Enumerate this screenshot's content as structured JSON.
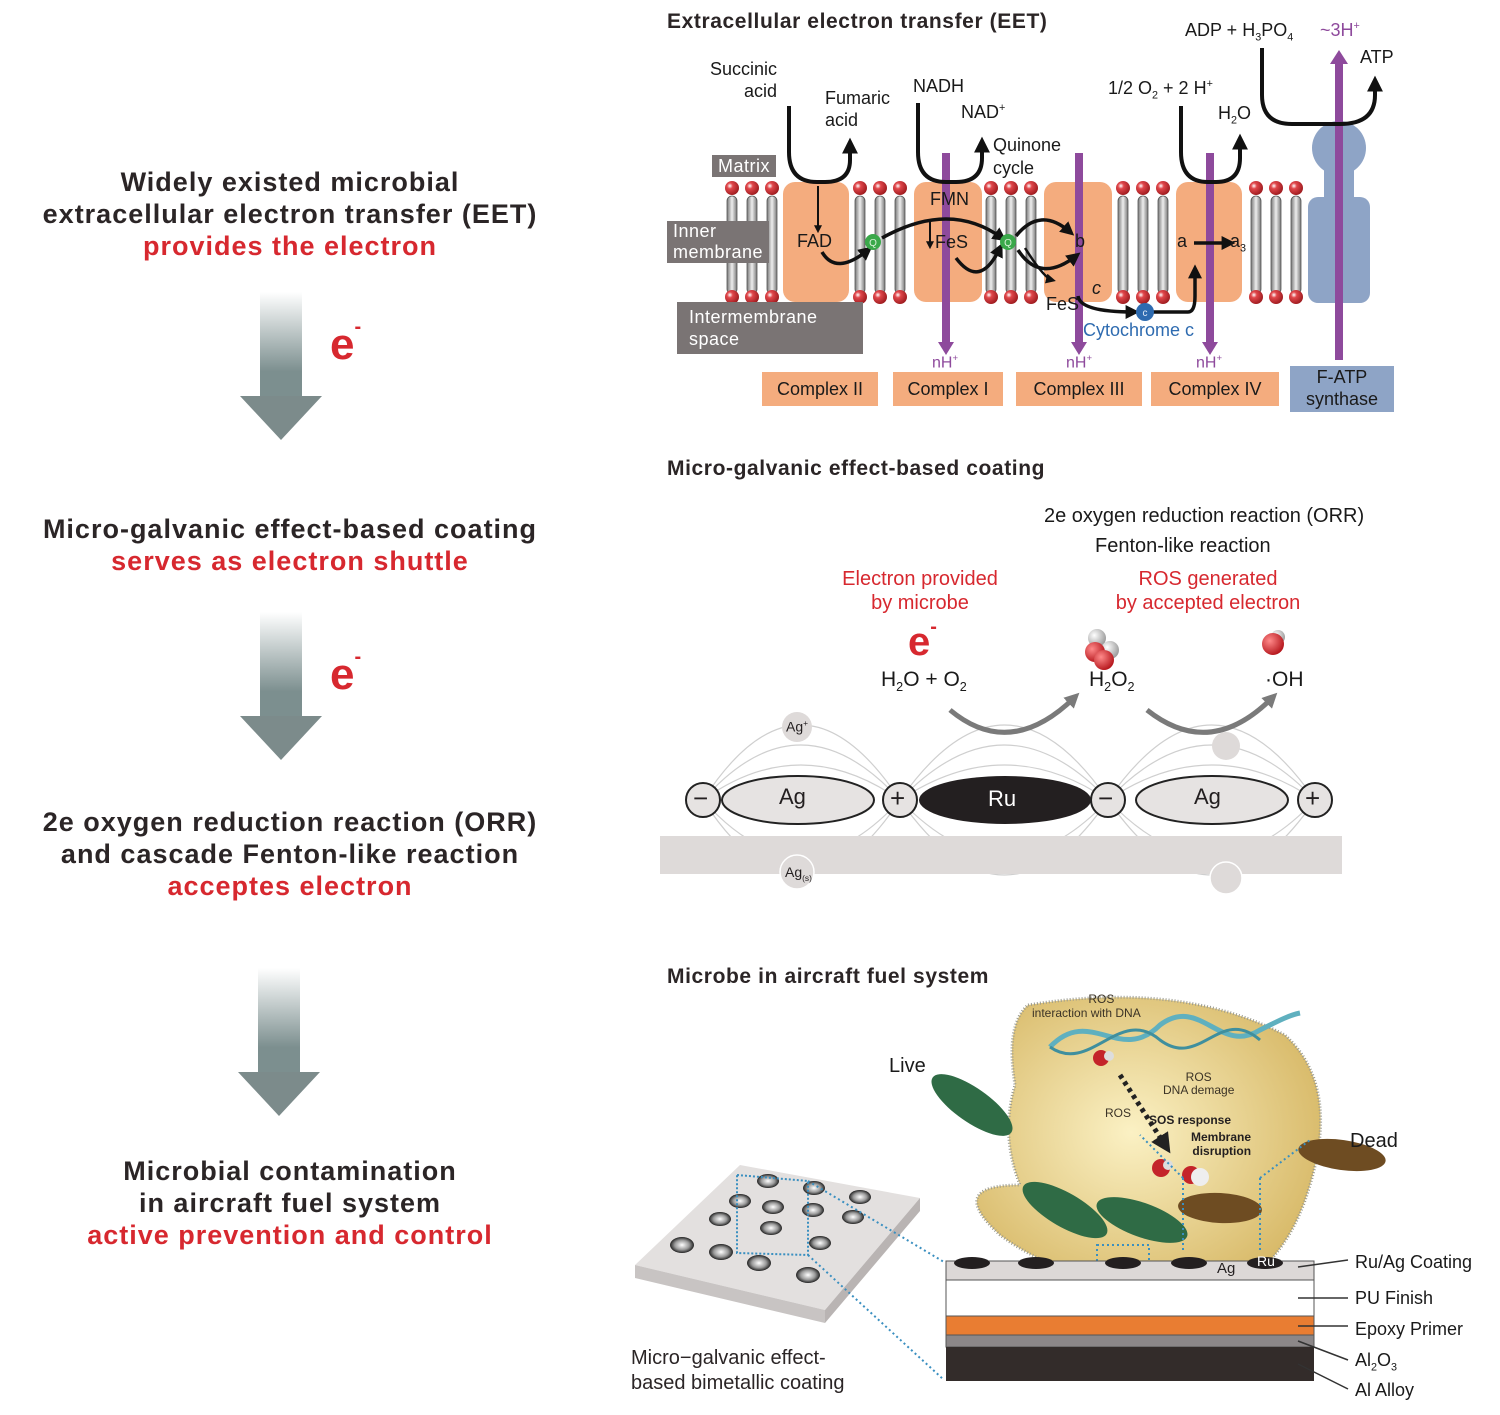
{
  "left_flow": {
    "step1": {
      "line1": "Widely existed microbial",
      "line2": "extracellular electron transfer (EET)",
      "highlight": "provides the electron"
    },
    "arrow1_label": "e",
    "step2": {
      "line1": "Micro-galvanic effect-based coating",
      "highlight": "serves as electron shuttle"
    },
    "arrow2_label": "e",
    "step3": {
      "line1": "2e oxygen reduction reaction (ORR)",
      "line2": "and cascade Fenton-like reaction",
      "highlight": "acceptes electron"
    },
    "step4": {
      "line1": "Microbial contamination",
      "line2": "in aircraft fuel system",
      "highlight": "active prevention and control"
    },
    "electron_superscript": "-"
  },
  "eet_panel": {
    "title": "Extracellular electron transfer (EET)",
    "regions": {
      "matrix": "Matrix",
      "inner_membrane_1": "Inner",
      "inner_membrane_2": "membrane",
      "intermembrane_1": "Intermembrane",
      "intermembrane_2": "space"
    },
    "complex2": {
      "substrate_1": "Succinic",
      "substrate_2": "acid",
      "product_1": "Fumaric",
      "product_2": "acid",
      "cofactor": "FAD",
      "label": "Complex II"
    },
    "complex1": {
      "substrate": "NADH",
      "product": "NAD",
      "product_sup": "+",
      "cofactor1": "FMN",
      "cofactor2": "FeS",
      "proton": "nH",
      "label": "Complex I"
    },
    "quinone": {
      "line1": "Quinone",
      "line2": "cycle",
      "symbol": "Q"
    },
    "complex3": {
      "cofactor_b": "b",
      "cofactor_c": "c",
      "cofactor_fes": "FeS",
      "proton": "nH",
      "label": "Complex III"
    },
    "cytochrome": {
      "label": "Cytochrome c",
      "symbol": "c"
    },
    "complex4": {
      "substrate": "1/2 O",
      "substrate_sub": "2",
      "substrate_tail": " + 2 H",
      "substrate_sup": "+",
      "product": "H",
      "product_sub": "2",
      "product_tail": "O",
      "cofactor_a": "a",
      "cofactor_a3": "a",
      "cofactor_a3_sub": "3",
      "proton": "nH",
      "label": "Complex IV"
    },
    "atp_synthase": {
      "substrate": "ADP + H",
      "substrate_sub1": "3",
      "substrate_mid": "PO",
      "substrate_sub2": "4",
      "protons": "~3H",
      "product": "ATP",
      "label_1": "F-ATP",
      "label_2": "synthase"
    },
    "proton_sup": "+",
    "colors": {
      "complex": "#f4ac7e",
      "atp_synthase": "#8ea4c6",
      "proton_flow": "#8e4a9c",
      "quinone": "#3aa84a",
      "cytochrome": "#2e6bb0",
      "lipid_head": "#c4242a"
    }
  },
  "galvanic_panel": {
    "title": "Micro-galvanic effect-based coating",
    "orr_label": "2e oxygen reduction reaction (ORR)",
    "fenton_label": "Fenton-like reaction",
    "electron_note_1": "Electron provided",
    "electron_note_2": "by microbe",
    "ros_note_1": "ROS generated",
    "ros_note_2": "by accepted electron",
    "electron_symbol": "e",
    "reactants": {
      "h2o": "H",
      "h2o_sub": "2",
      "h2o_tail": "O + O",
      "o2_sub": "2"
    },
    "h2o2": {
      "main": "H",
      "sub1": "2",
      "mid": "O",
      "sub2": "2"
    },
    "oh": "·OH",
    "electrodes": [
      {
        "sign": "−",
        "metal": "Ag",
        "sign2": "+"
      },
      {
        "metal": "Ru"
      },
      {
        "sign": "−",
        "metal": "Ag",
        "sign2": "+"
      }
    ],
    "ag_ion": "Ag",
    "ag_ion_sup": "+",
    "ag_solid": "Ag",
    "ag_solid_sub": "(s)"
  },
  "aircraft_panel": {
    "title": "Microbe in aircraft fuel system",
    "live_label": "Live",
    "dead_label": "Dead",
    "cell_annotations": {
      "ros_dna_1": "ROS",
      "ros_dna_2": "interaction with DNA",
      "dna_damage_1": "ROS",
      "dna_damage_2": "DNA demage",
      "ros": "ROS",
      "sos": "SOS response",
      "membrane_1": "Membrane",
      "membrane_2": "disruption"
    },
    "coating_caption_1": "Micro−galvanic effect-",
    "coating_caption_2": "based bimetallic coating",
    "layers": [
      {
        "name": "Ru/Ag Coating",
        "color": "#dcd8d7"
      },
      {
        "name": "PU Finish",
        "color": "#ffffff"
      },
      {
        "name": "Epoxy Primer",
        "color": "#e97d32"
      },
      {
        "name": "Al2O3",
        "display": "Al",
        "sub1": "2",
        "mid": "O",
        "sub2": "3",
        "color": "#8c8788"
      },
      {
        "name": "Al Alloy",
        "color": "#332c2a"
      }
    ],
    "inset_labels": {
      "ag": "Ag",
      "ru": "Ru"
    }
  }
}
